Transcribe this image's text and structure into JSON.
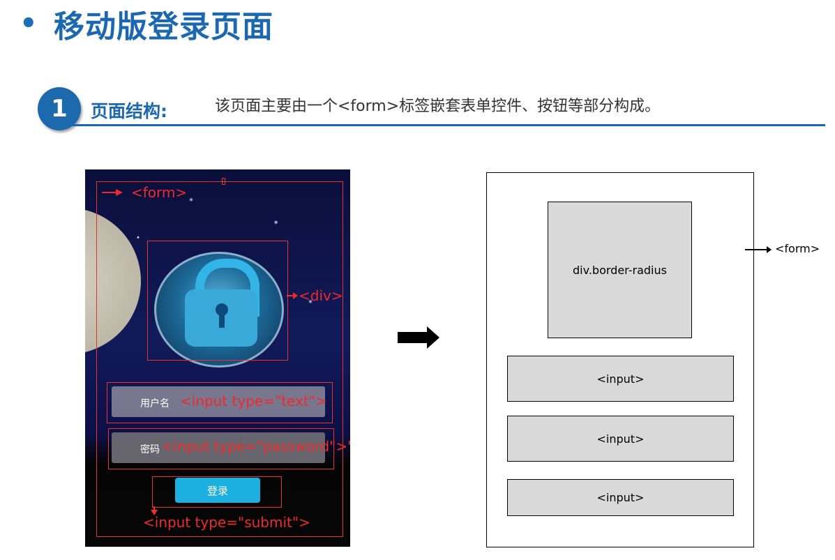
{
  "title": {
    "bullet": "•",
    "text": "移动版登录页面"
  },
  "section": {
    "number": "1",
    "label": "页面结构:",
    "description": "该页面主要由一个<form>标签嵌套表单控件、按钮等部分构成。"
  },
  "phone": {
    "username_label": "用户名",
    "password_label": "密码",
    "login_button": "登录",
    "annotations": {
      "form": "<form>",
      "div": "<div>",
      "input_text": "<input type=\"text\">",
      "input_password": "<input type=\"password\">\"",
      "input_submit": "<input type=\"submit\">"
    }
  },
  "wireframe": {
    "form_label": "<form>",
    "div_label": "div.border-radius",
    "inputs": [
      "<input>",
      "<input>",
      "<input>"
    ]
  },
  "colors": {
    "accent": "#1c68b0",
    "annotation": "#ee2a2a",
    "wire_fill": "#d9d9d9"
  }
}
